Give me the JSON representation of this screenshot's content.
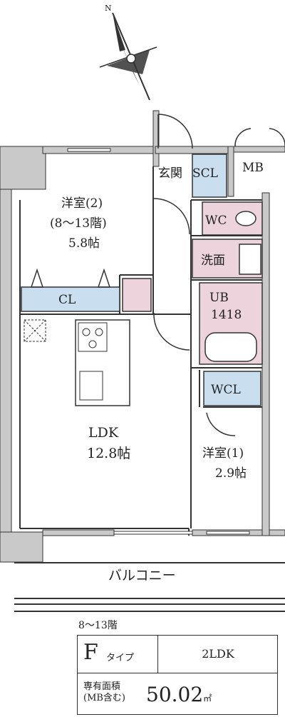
{
  "compass": {
    "north_label": "N"
  },
  "rooms": {
    "western_room_2": {
      "name": "洋室(2)",
      "floors": "(8～13階)",
      "size": "5.8帖"
    },
    "closet": "CL",
    "entrance": "玄関",
    "shoe_closet": "SCL",
    "meter_box": "MB",
    "toilet": "WC",
    "washroom": "洗面",
    "bathroom": {
      "name": "UB",
      "size": "1418"
    },
    "walk_in_closet": "WCL",
    "ldk": {
      "name": "LDK",
      "size": "12.8帖"
    },
    "western_room_1": {
      "name": "洋室(1)",
      "size": "2.9帖"
    },
    "balcony": "バルコニー"
  },
  "floor_caption": "8～13階",
  "unit_info": {
    "type_letter": "F",
    "type_suffix": "タイプ",
    "layout": "2LDK",
    "area_label_line1": "専有面積",
    "area_label_line2": "(MB含む)",
    "area_value": "50.02",
    "area_unit": "㎡"
  },
  "colors": {
    "wall": "#c9c9c9",
    "closet_blue": "#c9dff0",
    "toilet_pink": "#ecd3dc",
    "line": "#333333"
  }
}
